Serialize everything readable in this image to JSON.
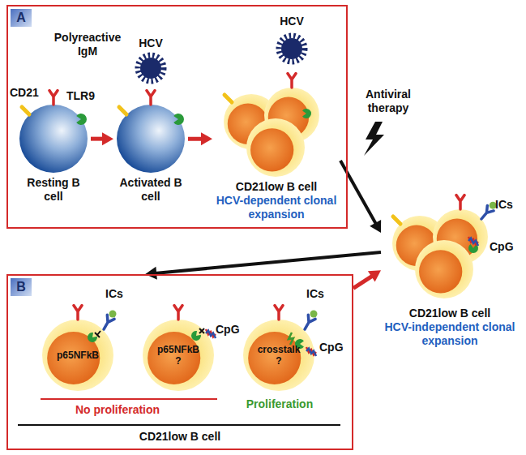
{
  "diagram": {
    "nodes": [
      {
        "text": [
          "A"
        ]
      },
      {
        "text": [
          "Resting B cell"
        ],
        "in": 0
      },
      {
        "text": [
          "Activated B cell"
        ],
        "in": 0
      },
      {
        "text": [
          "CD21low B cell",
          "HCV-dependent clonal expansion"
        ],
        "in": 0
      },
      {
        "text": [
          "CD21low B cell",
          "HCV-independent clonal expansion"
        ]
      },
      {
        "text": [
          "B",
          "CD21low B cell"
        ]
      },
      {
        "text": [
          "p65NFkB"
        ],
        "in": 5
      },
      {
        "text": [
          "p65NFkB",
          "?"
        ],
        "in": 5
      },
      {
        "text": [
          "crosstalk",
          "?"
        ],
        "in": 5
      }
    ],
    "edges": [
      {
        "from": 1,
        "to": 2,
        "arrow": "to"
      },
      {
        "from": 2,
        "to": 3,
        "arrow": "to"
      },
      {
        "from": 3,
        "to": 4,
        "arrow": "to"
      },
      {
        "from": 4,
        "to": 5,
        "arrow": "to"
      },
      {
        "from": 5,
        "to": 4,
        "arrow": "to"
      }
    ],
    "labels": [
      "Polyreactive IgM",
      "CD21",
      "TLR9",
      "HCV",
      "HCV",
      "Antiviral therapy",
      "ICs",
      "CpG",
      "ICs",
      "CpG",
      "ICs",
      "CpG",
      "No proliferation",
      "Proliferation"
    ]
  }
}
